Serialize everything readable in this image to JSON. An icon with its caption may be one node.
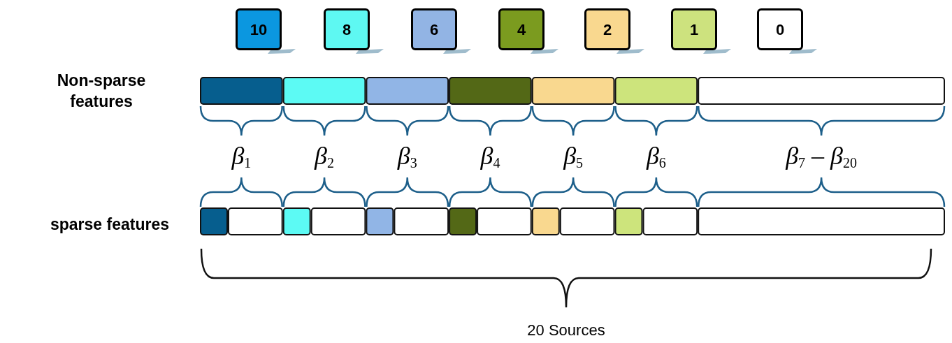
{
  "diagram": {
    "labels": [
      "Non-sparse features",
      "β$_{1}$",
      "β$_{2}$",
      "β$_{3}$",
      "β$_{4}$",
      "β$_{5}$",
      "β$_{6}$",
      "β$_{7}$ – β$_{20}$",
      "sparse features",
      "20 Sources"
    ],
    "legend": [
      {
        "text": "10",
        "color": "#0b97e0"
      },
      {
        "text": "8",
        "color": "#5ef8f2"
      },
      {
        "text": "6",
        "color": "#92b4e4"
      },
      {
        "text": "4",
        "color": "#7b9b1f"
      },
      {
        "text": "2",
        "color": "#f9d88f"
      },
      {
        "text": "1",
        "color": "#cde27e"
      },
      {
        "text": "0",
        "color": "#ffffff"
      }
    ]
  }
}
